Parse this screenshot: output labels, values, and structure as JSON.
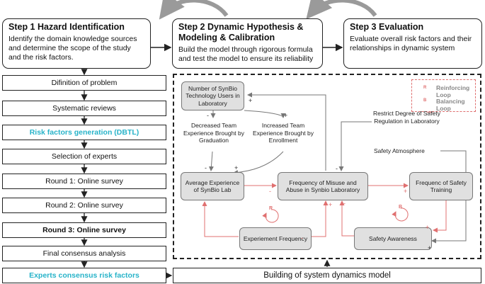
{
  "steps": [
    {
      "title": "Step 1  Hazard Identification",
      "desc": "Identify the domain knowledge sources and determine the scope of the study and the risk factors."
    },
    {
      "title": "Step 2  Dynamic Hypothesis & Modeling & Calibration",
      "desc": "Build the model through rigorous formula and test the model to ensure its reliability"
    },
    {
      "title": "Step 3  Evaluation",
      "desc": "Evaluate overall risk factors and their relationships in dynamic system"
    }
  ],
  "process": [
    "Difinition of problem",
    "Systematic reviews",
    "Risk factors generation (DBTL)",
    "Selection of experts",
    "Round 1: Online survey",
    "Round 2: Online survey",
    "Round 3: Online survey",
    "Final consensus analysis",
    "Experts consensus risk factors"
  ],
  "model_box": "Building of system dynamics model",
  "nodes": {
    "users": "Number of SynBio Technology Users in Laboratory",
    "avg_exp": "Average Experience of SynBio Lab",
    "misuse": "Frequency of Misuse and Abuse in Synbio Laboratory",
    "training": "Frequenc of Safety Training",
    "exp_freq": "Experiement Frequency",
    "awareness": "Safety Awareness"
  },
  "labels": {
    "decreased": "Decreased Team Experience Brought by Graduation",
    "increased": "Increased Team Experience Brought by Enrollment",
    "restrict": "Restrict Degree of Safety Regulation in Laboratory",
    "atmosphere": "Safety Atmosphere"
  },
  "legend": {
    "reinforcing": "Reinforcing Loop",
    "balancing": "Balancing Loop",
    "r_symbol": "R",
    "b_symbol": "B"
  },
  "signs": {
    "plus": "+",
    "minus": "-"
  },
  "colors": {
    "accent_cyan": "#27b3c9",
    "loop_red": "#e07070",
    "node_gray": "#e0e0e0",
    "cycle_arrow_gray": "#9a9a9a"
  }
}
